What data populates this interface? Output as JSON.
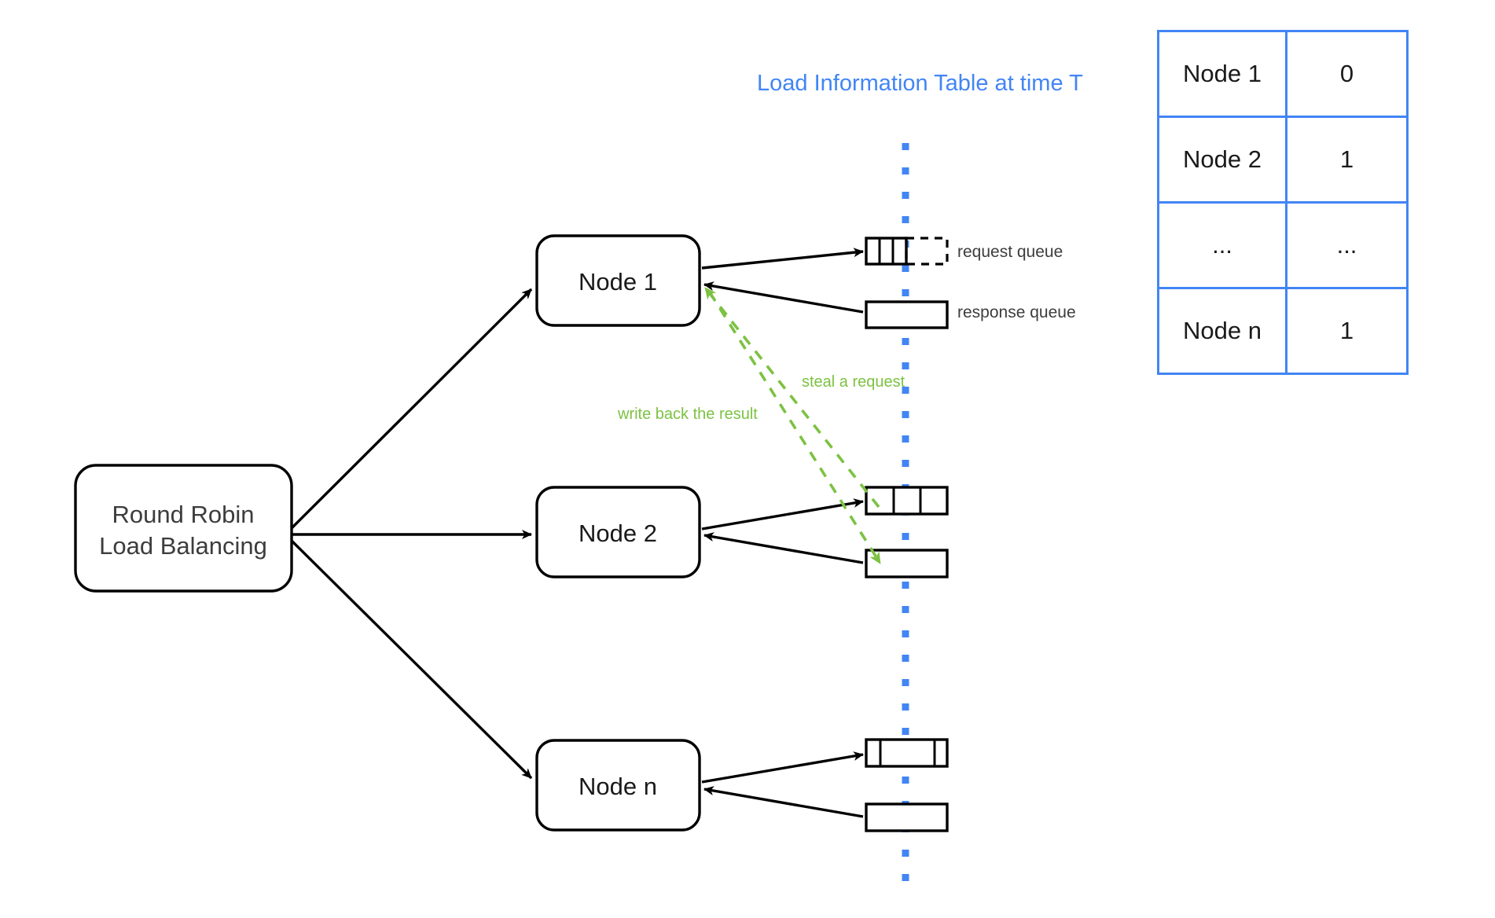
{
  "diagram": {
    "title_right": "Load Information Table at time T",
    "load_balancer": {
      "line1": "Round Robin",
      "line2": "Load Balancing"
    },
    "nodes": [
      {
        "label": "Node 1"
      },
      {
        "label": "Node 2"
      },
      {
        "label": "Node n"
      }
    ],
    "queue_labels": {
      "request": "request queue",
      "response": "response queue"
    },
    "annotations": {
      "steal": "steal a request",
      "write_back": "write back the result"
    },
    "colors": {
      "accent_blue": "#4285f4",
      "green": "#7cc242",
      "stroke_black": "#000000",
      "text_dark": "#1a1a1a"
    }
  },
  "load_table": {
    "rows": [
      {
        "name": "Node 1",
        "value": "0"
      },
      {
        "name": "Node 2",
        "value": "1"
      },
      {
        "name": "...",
        "value": "..."
      },
      {
        "name": "Node n",
        "value": "1"
      }
    ]
  }
}
